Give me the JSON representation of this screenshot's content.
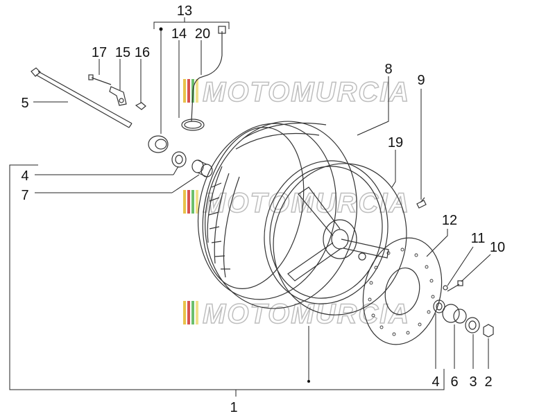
{
  "watermark": {
    "text": "MOTOMURCIA",
    "stripe_colors": [
      "#e8c24a",
      "#d9534f",
      "#6cbf6c",
      "#f1e08a"
    ]
  },
  "callouts": {
    "n1": "1",
    "n2": "2",
    "n3": "3",
    "n4a": "4",
    "n4b": "4",
    "n5": "5",
    "n6": "6",
    "n7": "7",
    "n8": "8",
    "n9": "9",
    "n10": "10",
    "n11": "11",
    "n12": "12",
    "n13": "13",
    "n14": "14",
    "n15": "15",
    "n16": "16",
    "n17": "17",
    "n19": "19",
    "n20": "20"
  }
}
